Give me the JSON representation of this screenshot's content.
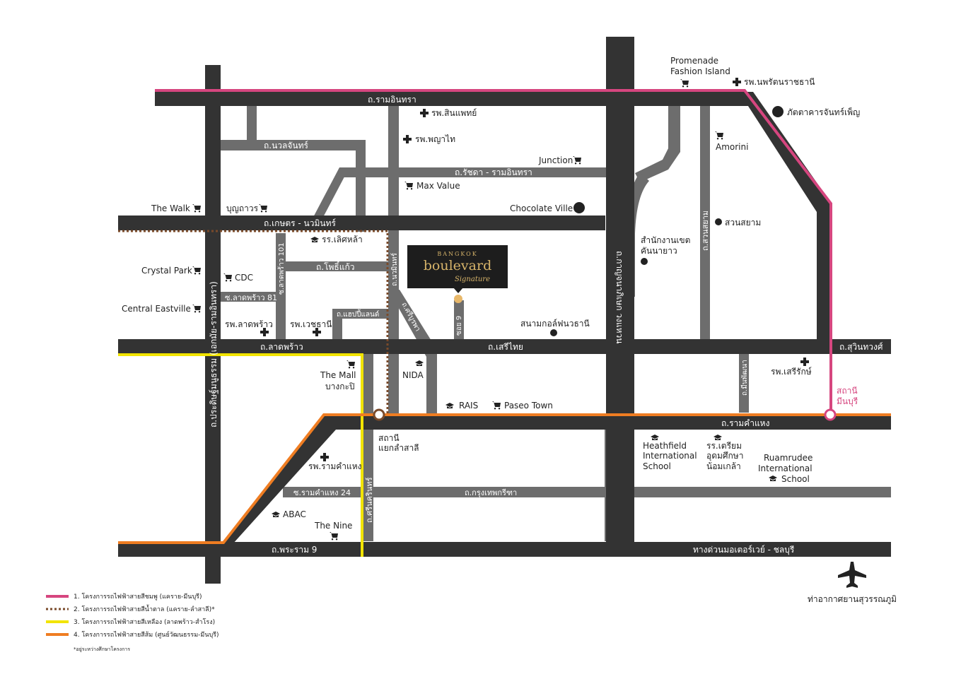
{
  "roads": {
    "ram_inthra": "ถ.รามอินทรา",
    "nuan_chan": "ถ.นวลจันทร์",
    "ratchada_ram_inthra": "ถ.รัชดา - รามอินทรา",
    "kaset_nawamin": "ถ.เกษตร - นวมินทร์",
    "pradit_manutham": "ถ.ประดิษฐ์มนูธรรม (เอกมัย-รามอินทรา)",
    "soi_ladprao_101": "ซ.ลาดพร้าว 101",
    "pho_kaeo": "ถ.โพธิ์แก้ว",
    "soi_ladprao_81": "ซ.ลาดพร้าว 81",
    "happy_land": "ถ.แฮปปี้แลนด์",
    "nawamin": "ถ.นวมินทร์",
    "si_burapha": "ถ.ศรีบูรพา",
    "soi_9": "ซอย 9",
    "kanchanaphisek": "ถ.กาญจนาภิเษก วงแหวน",
    "suan_siam": "ถ.สวนสยาม",
    "ladprao": "ถ.ลาดพร้าว",
    "seri_thai": "ถ.เสรีไทย",
    "suwinthawong": "ถ.สุวินทวงศ์",
    "ram_khamhaeng": "ถ.รามคำแหง",
    "min_phatthana": "ถ.มีนพัฒนา",
    "soi_ram_24": "ซ.รามคำแหง 24",
    "krungthep_kreetha": "ถ.กรุงเทพกรีฑา",
    "sri_nakarin": "ถ.ศรีนครินทร์",
    "rama_9": "ถ.พระราม 9",
    "motorway": "ทางด่วนมอเตอร์เวย์ - ชลบุรี"
  },
  "places": {
    "promenade_line1": "Promenade",
    "promenade_line2": "Fashion Island",
    "nopparat_hospital": "รพ.นพรัตนราชธานี",
    "sinphaet_hospital": "รพ.สินแพทย์",
    "phyathai_hospital": "รพ.พญาไท",
    "chan_phen_restaurant": "ภัตตาคารจันทร์เพ็ญ",
    "amorini": "Amorini",
    "junction": "Junction",
    "max_value": "Max Value",
    "the_walk": "The Walk",
    "bunthavorn": "บุญถาวร",
    "chocolate_ville": "Chocolate Ville",
    "suan_siam_park": "สวนสยาม",
    "lertla_school": "รร.เลิศหล้า",
    "khannayao_office_line1": "สำนักงานเขต",
    "khannayao_office_line2": "คันนายาว",
    "crystal_park": "Crystal Park",
    "cdc": "CDC",
    "central_eastville": "Central Eastville",
    "ladprao_hospital": "รพ.ลาดพร้าว",
    "vejthani_hospital": "รพ.เวชธานี",
    "nawathani_golf": "สนามกอล์ฟนวธานี",
    "serirak_hospital": "รพ.เสรีรักษ์",
    "the_mall_line1": "The Mall",
    "the_mall_line2": "บางกะปิ",
    "nida": "NIDA",
    "rais": "RAIS",
    "paseo_town": "Paseo Town",
    "minburi_station_line1": "สถานี",
    "minburi_station_line2": "มีนบุรี",
    "lamsali_station_line1": "สถานี",
    "lamsali_station_line2": "แยกลำสาลี",
    "heathfield_line1": "Heathfield",
    "heathfield_line2": "International",
    "heathfield_line3": "School",
    "triam_line1": "รร.เตรียม",
    "triam_line2": "อุดมศึกษา",
    "triam_line3": "น้อมเกล้า",
    "ruamrudee_line1": "Ruamrudee",
    "ruamrudee_line2": "International",
    "ruamrudee_line3": "School",
    "ramkhamhaeng_hospital": "รพ.รามคำแหง",
    "abac": "ABAC",
    "the_nine": "The Nine",
    "suvarnabhumi_airport": "ท่าอากาศยานสุวรรณภูมิ"
  },
  "project": {
    "brand_top": "BANGKOK",
    "brand_main": "boulevard",
    "brand_script": "Signature"
  },
  "legend": [
    {
      "label": "1. โครงการรถไฟฟ้าสายสีชมพู (แคราย-มีนบุรี)",
      "color": "#d6467f",
      "style": "solid"
    },
    {
      "label": "2. โครงการรถไฟฟ้าสายสีน้ำตาล (แคราย-ลำสาลี)*",
      "color": "#7a4a2a",
      "style": "dotted"
    },
    {
      "label": "3. โครงการรถไฟฟ้าสายสีเหลือง (ลาดพร้าว-สำโรง)",
      "color": "#f2e400",
      "style": "solid"
    },
    {
      "label": "4. โครงการรถไฟฟ้าสายสีส้ม (ศูนย์วัฒนธรรม-มีนบุรี)",
      "color": "#ef7d22",
      "style": "solid"
    }
  ],
  "legend_note": "*อยู่ระหว่างศึกษาโครงการ",
  "colors": {
    "road_main": "#333333",
    "road_secondary": "#6d6d6d",
    "pink_line": "#d6467f",
    "brown_line": "#7a4a2a",
    "yellow_line": "#f2e400",
    "orange_line": "#ef7d22",
    "project_marker": "#e8b86a",
    "project_box": "#1d1d1d"
  }
}
